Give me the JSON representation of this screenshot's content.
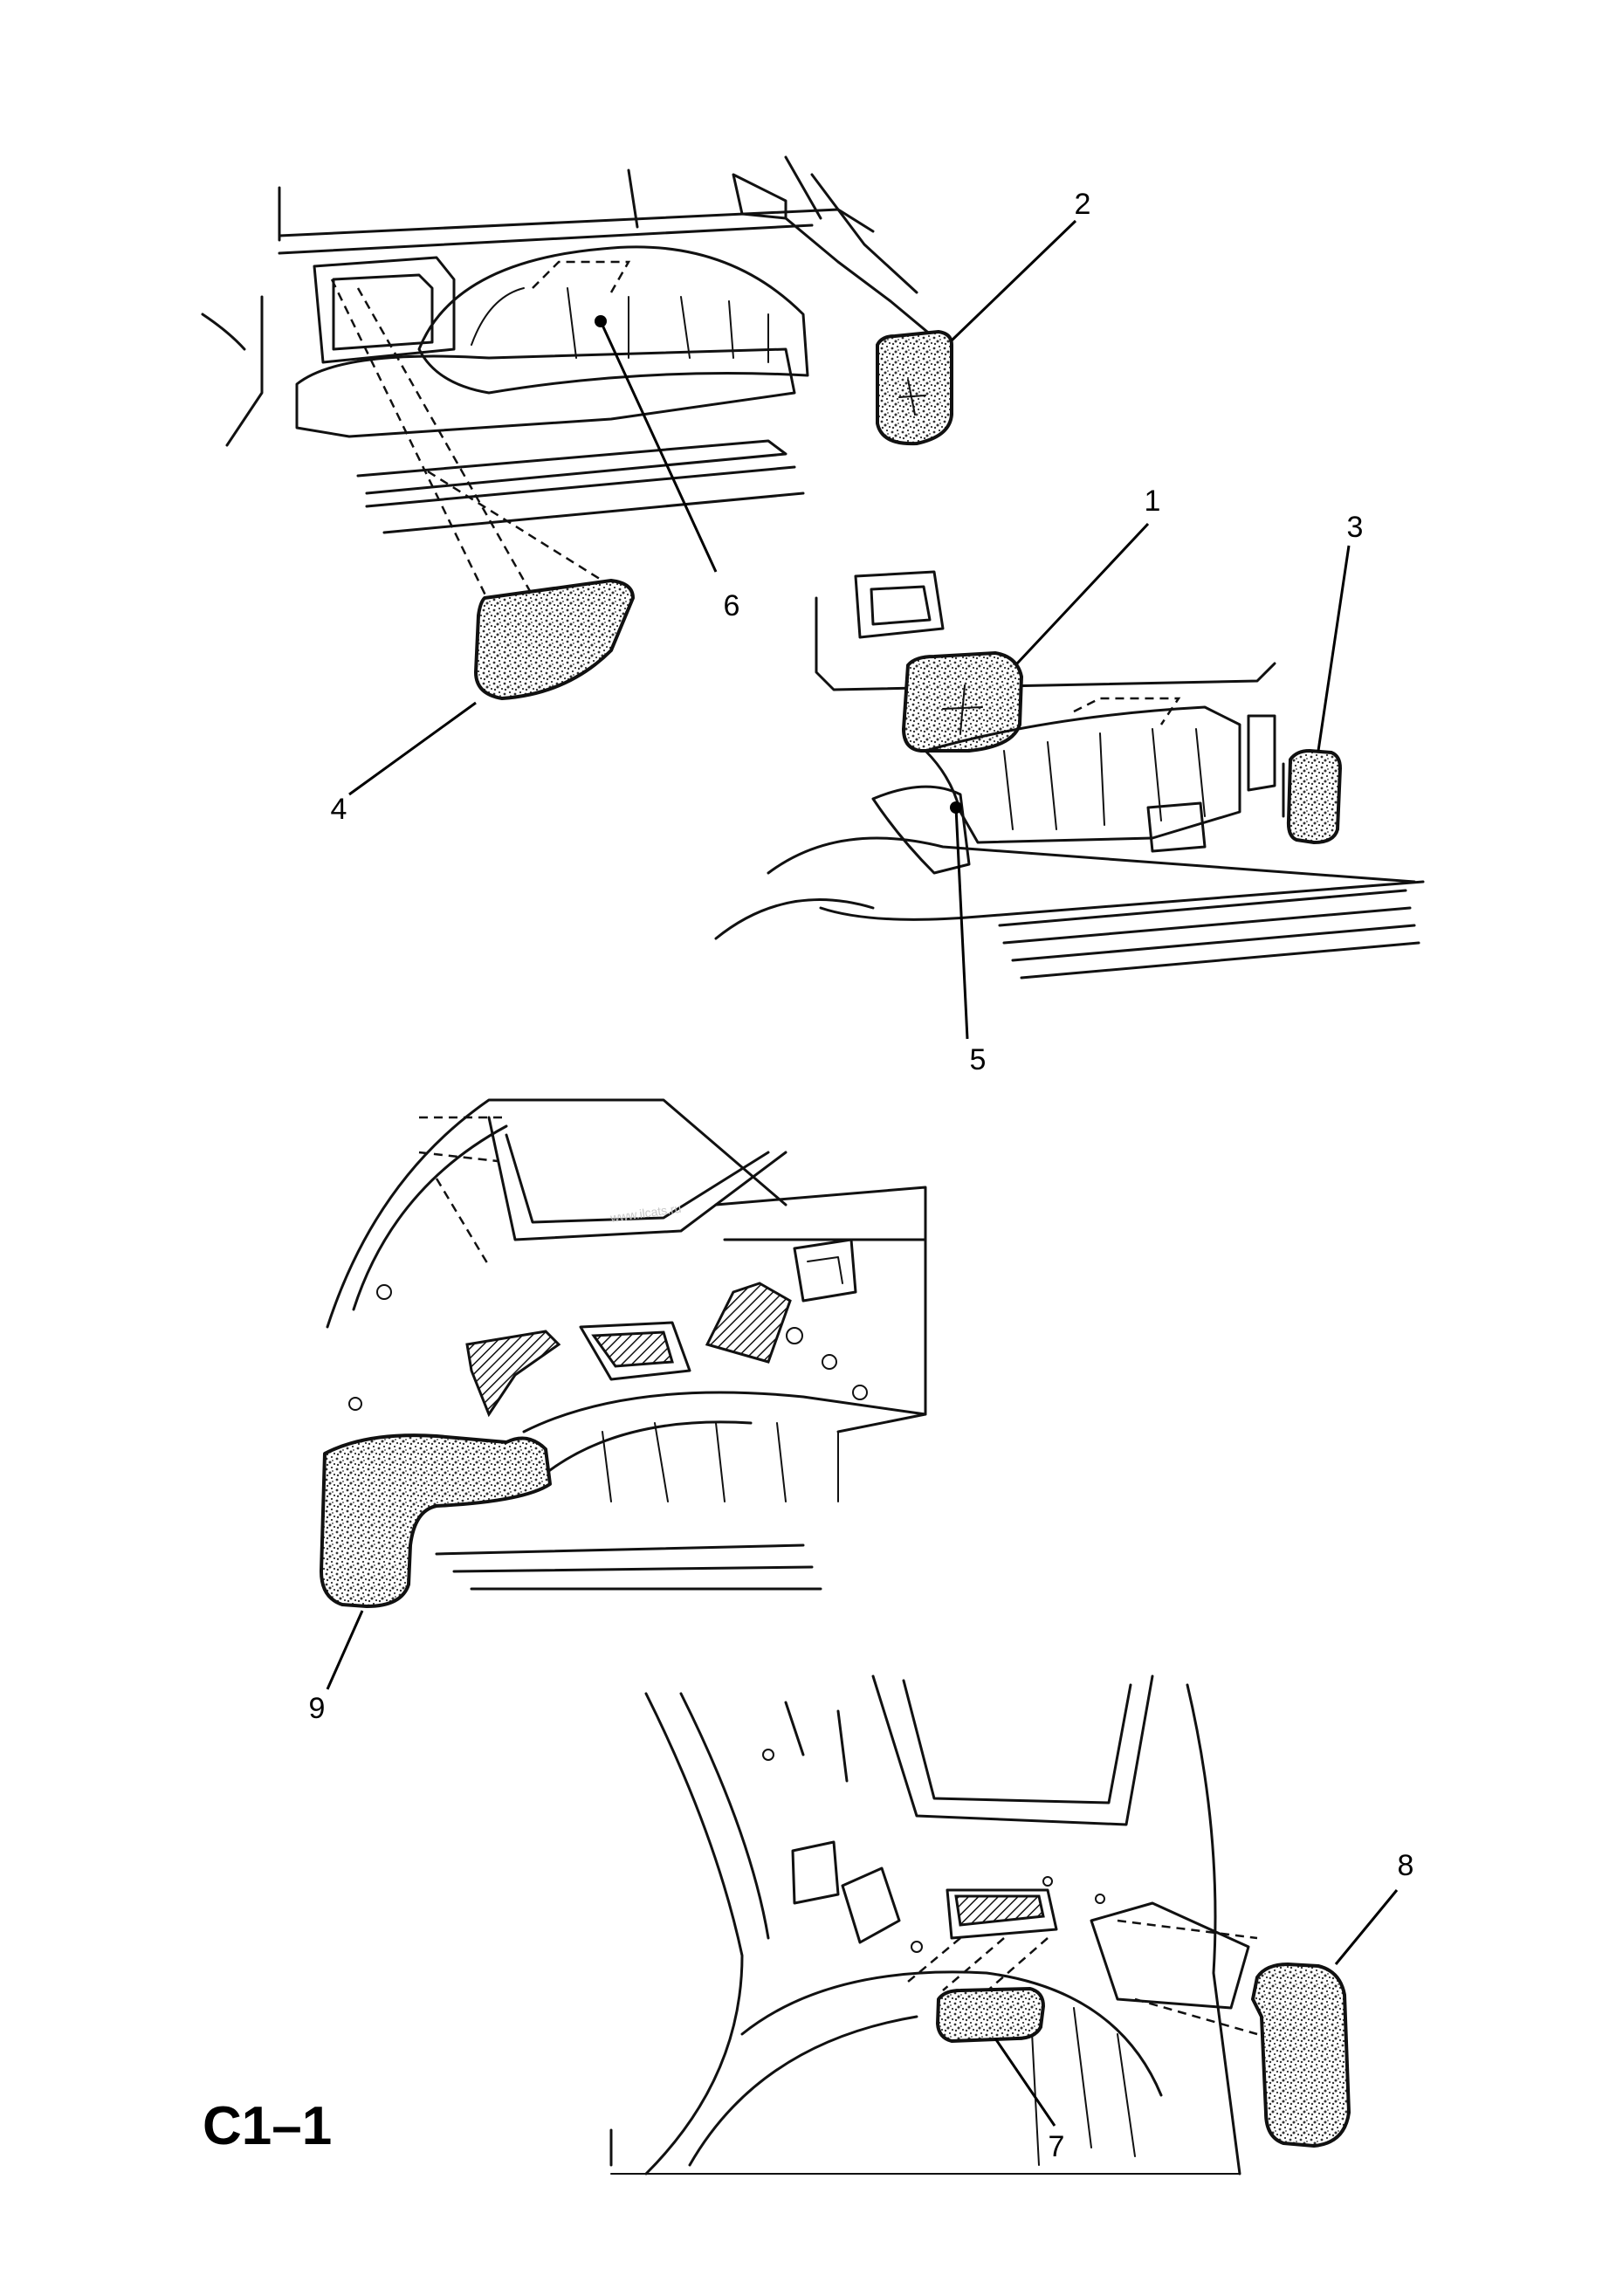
{
  "sheet_code": "C1–1",
  "watermark": "www.ilcats.ru",
  "callouts": {
    "c1": "1",
    "c2": "2",
    "c3": "3",
    "c4": "4",
    "c5": "5",
    "c6": "6",
    "c7": "7",
    "c8": "8",
    "c9": "9"
  },
  "colors": {
    "ink": "#000000",
    "paper": "#ffffff"
  }
}
